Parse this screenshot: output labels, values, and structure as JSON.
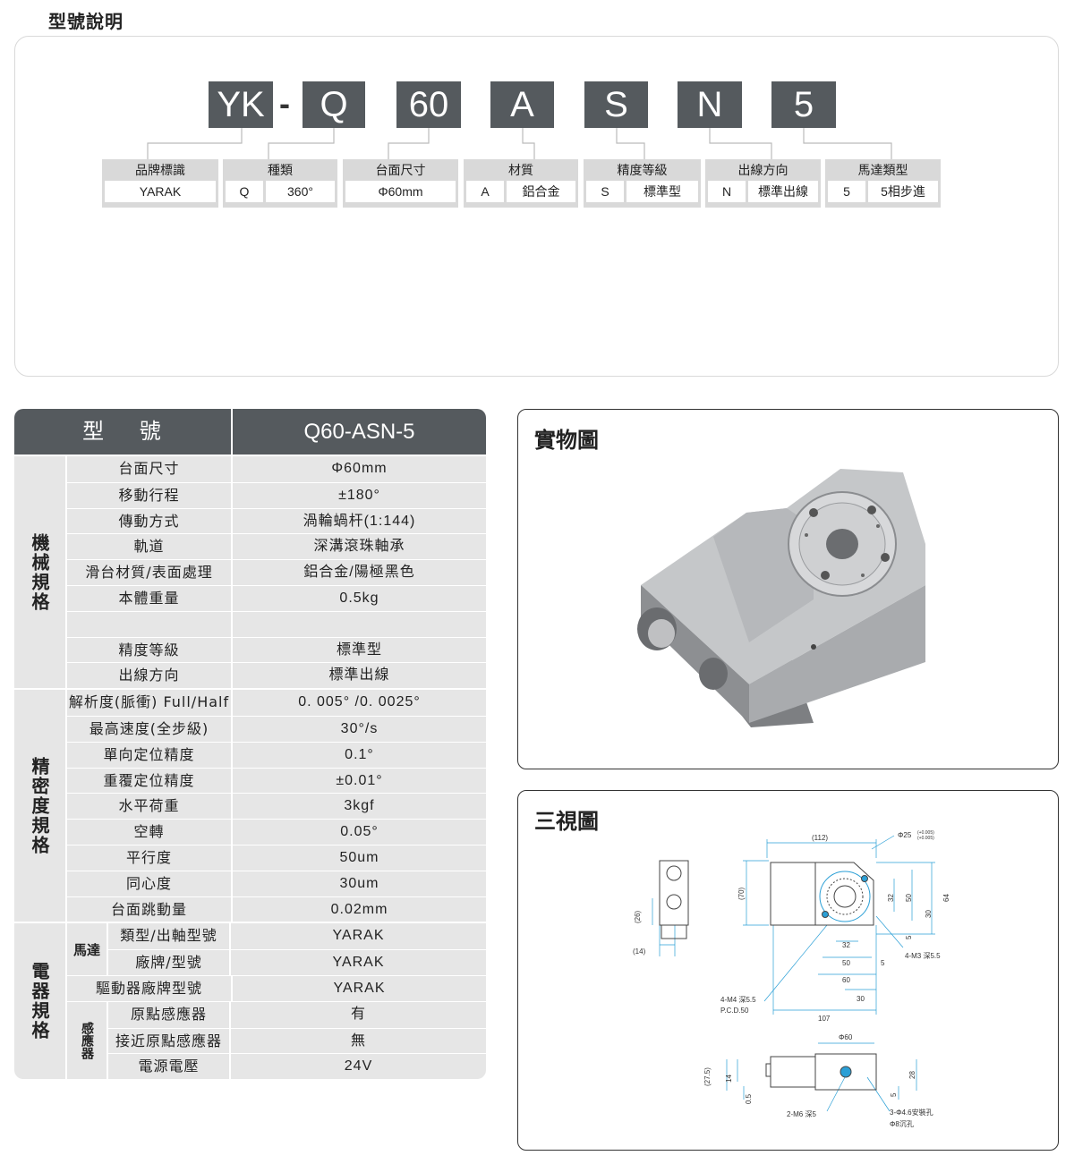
{
  "page_title": "型號說明",
  "model_code": {
    "segments": [
      "YK",
      "Q",
      "60",
      "A",
      "S",
      "N",
      "5"
    ],
    "separator": "-"
  },
  "code_cards": [
    {
      "header": "品牌標識",
      "values": [
        "YARAK"
      ]
    },
    {
      "header": "種類",
      "values": [
        "Q",
        "360°"
      ]
    },
    {
      "header": "台面尺寸",
      "values": [
        "Φ60mm"
      ]
    },
    {
      "header": "材質",
      "values": [
        "A",
        "鋁合金"
      ]
    },
    {
      "header": "精度等級",
      "values": [
        "S",
        "標準型"
      ]
    },
    {
      "header": "出線方向",
      "values": [
        "N",
        "標準出線"
      ]
    },
    {
      "header": "馬達類型",
      "values": [
        "5",
        "5相步進"
      ]
    }
  ],
  "spec_table": {
    "header_label": "型 號",
    "header_model": "Q60-ASN-5",
    "mechanical": {
      "title": "機械規格",
      "rows": [
        {
          "label": "台面尺寸",
          "value": "Φ60mm"
        },
        {
          "label": "移動行程",
          "value": "±180°"
        },
        {
          "label": "傳動方式",
          "value": "渦輪蝸杆(1:144)"
        },
        {
          "label": "軌道",
          "value": "深溝滾珠軸承"
        },
        {
          "label": "滑台材質/表面處理",
          "value": "鋁合金/陽極黑色"
        },
        {
          "label": "本體重量",
          "value": "0.5kg"
        },
        {
          "label": "",
          "value": ""
        },
        {
          "label": "精度等級",
          "value": "標準型"
        },
        {
          "label": "出線方向",
          "value": "標準出線"
        }
      ]
    },
    "precision": {
      "title": "精密度規格",
      "rows": [
        {
          "label": "解析度(脈衝) Full/Half",
          "value": "0. 005° /0. 0025°"
        },
        {
          "label": "最高速度(全步級)",
          "value": "30°/s"
        },
        {
          "label": "單向定位精度",
          "value": "0.1°"
        },
        {
          "label": "重覆定位精度",
          "value": "±0.01°"
        },
        {
          "label": "水平荷重",
          "value": "3kgf"
        },
        {
          "label": "空轉",
          "value": "0.05°"
        },
        {
          "label": "平行度",
          "value": "50um"
        },
        {
          "label": "同心度",
          "value": "30um"
        },
        {
          "label": "台面跳動量",
          "value": "0.02mm"
        }
      ]
    },
    "electrical": {
      "title": "電器規格",
      "motor": {
        "title": "馬達",
        "rows": [
          {
            "label": "類型/出軸型號",
            "value": "YARAK"
          },
          {
            "label": "廠牌/型號",
            "value": "YARAK"
          }
        ]
      },
      "driver": {
        "label": "驅動器廠牌型號",
        "value": "YARAK"
      },
      "sensor": {
        "title": "感應器",
        "rows": [
          {
            "label": "原點感應器",
            "value": "有"
          },
          {
            "label": "接近原點感應器",
            "value": "無"
          },
          {
            "label": "電源電壓",
            "value": "24V"
          }
        ]
      }
    }
  },
  "photo_panel": {
    "title": "實物圖"
  },
  "drawing_panel": {
    "title": "三視圖",
    "dims": {
      "w112": "(112)",
      "d25": "Φ25",
      "tol_top": "(+0.005)",
      "tol_bot": "(+0.005)",
      "h70": "(70)",
      "h26": "(26)",
      "w14": "(14)",
      "v32": "32",
      "v50": "50",
      "v64": "64",
      "v30": "30",
      "v5": "5",
      "m3": "4-M3 深5.5",
      "h32": "32",
      "h50": "50",
      "h60": "60",
      "h30": "30",
      "h107": "107",
      "h5": "5",
      "m4": "4-M4 深5.5",
      "pcd": "P.C.D.50",
      "d60": "Φ60",
      "h275": "(27.5)",
      "h14": "14",
      "h05": "0.5",
      "h28": "28",
      "s5": "5",
      "m6": "2-M6 深5",
      "hole1": "3-Φ4.6安裝孔",
      "hole2": "Φ8沉孔"
    }
  },
  "colors": {
    "dark_box": "#555a5e",
    "table_bg": "#e6e6e6",
    "card_bg": "#d9d9d9",
    "dim_line": "#2a9fd6"
  }
}
